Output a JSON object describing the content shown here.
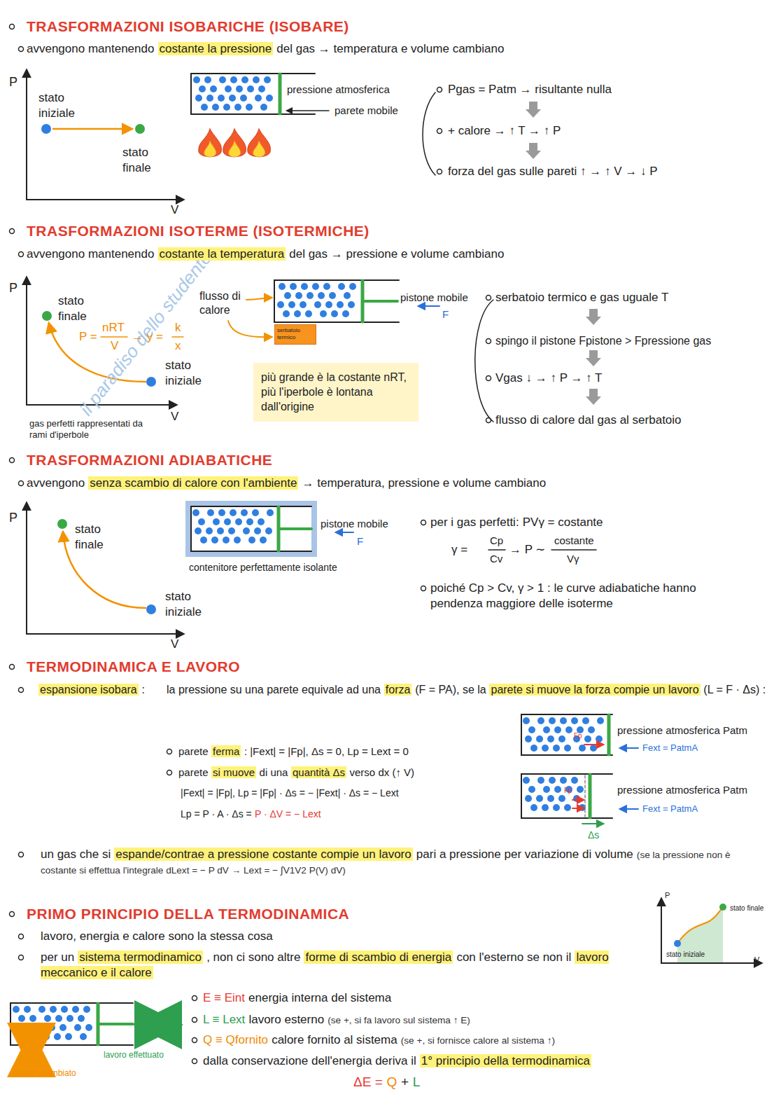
{
  "diagram": {
    "nodes": [
      {
        "text": [
          "serbatoio termico"
        ]
      },
      {
        "text": [
          "più grande è la costante nRT, più l'iperbole è lontana dall'origine"
        ]
      }
    ],
    "labels": [
      "TRASFORMAZIONI ISOBARICHE (ISOBARE)",
      "avvengono mantenendo",
      "costante la pressione",
      "del gas → temperatura e volume cambiano",
      "P",
      "stato iniziale",
      "stato finale",
      "V",
      "pressione atmosferica",
      "parete mobile",
      "Pgas = Patm → risultante nulla",
      "+ calore → ↑ T → ↑ P",
      "forza del gas sulle pareti ↑ → ↑ V → ↓ P",
      "TRASFORMAZIONI ISOTERME (ISOTERMICHE)",
      "avvengono mantenendo",
      "costante la temperatura",
      "del gas → pressione e volume cambiano",
      "P",
      "stato finale",
      "P =",
      "nRT",
      "V",
      "→ y =",
      "k",
      "x",
      "stato iniziale",
      "gas perfetti rappresentati da rami d'iperbole",
      "V",
      "flusso di calore",
      "pistone mobile",
      "F",
      "serbatoio termico e gas uguale T",
      "spingo il pistone Fpistone > Fpressione gas",
      "Vgas ↓ → ↑ P → ↑ T",
      "flusso di calore dal gas al serbatoio",
      "TRASFORMAZIONI ADIABATICHE",
      "avvengono",
      "senza scambio di calore con l'ambiente",
      "→ temperatura, pressione e volume cambiano",
      "P",
      "stato finale",
      "stato iniziale",
      "V",
      "pistone mobile",
      "F",
      "contenitore perfettamente isolante",
      "per i gas perfetti:",
      "PVγ = costante",
      "γ =",
      "Cp",
      "Cv",
      "→ P ∼",
      "costante",
      "Vγ",
      "poiché Cp > Cv, γ > 1 : le curve adiabatiche hanno pendenza maggiore delle isoterme",
      "TERMODINAMICA E LAVORO",
      "espansione isobara",
      ":",
      "la pressione su una parete equivale ad una",
      "forza",
      "(F = PA), se la",
      "parete si muove la forza compie un lavoro",
      "(L = F · Δs) :",
      "parete",
      "ferma",
      ": |Fext| = |Fp|, Δs = 0, Lp = Lext = 0",
      "parete",
      "si muove",
      "di una",
      "quantità Δs",
      "verso dx (↑ V)",
      "|Fext| = |Fp|, Lp = |Fp| · Δs = − |Fext| · Δs = − Lext",
      "Lp = P · A · Δs =",
      "P · ΔV = − Lext",
      "Fp",
      "pressione atmosferica Patm",
      "Fext = PatmA",
      "Fp",
      "pressione atmosferica Patm",
      "Fext = PatmA",
      "Δs",
      "un gas che si",
      "espande/contrae a pressione costante compie un lavoro",
      "pari a pressione per variazione di volume",
      "(se la pressione non è costante si effettua l'integrale dLext = − P dV → Lext = − ∫V1V2 P(V) dV)",
      "PRIMO PRINCIPIO DELLA TERMODINAMICA",
      "lavoro, energia e calore sono la stessa cosa",
      "per un",
      "sistema termodinamico",
      ", non ci sono altre",
      "forme di scambio di energia",
      "con l'esterno se non il",
      "lavoro meccanico e il calore",
      "P",
      "stato finale",
      "stato iniziale",
      "V",
      "lavoro effettuato",
      "calore scambiato",
      "E ≡ Eint",
      "energia interna del sistema",
      "L ≡ Lext",
      "lavoro esterno",
      "(se +, si fa lavoro sul sistema ↑ E)",
      "Q ≡ Qfornito",
      "calore fornito al sistema",
      "(se +, si fornisce calore al sistema ↑)",
      "dalla conservazione dell'energia deriva il",
      "1° principio della termodinamica",
      "ΔE =",
      "Q",
      "+",
      "L",
      "il paradiso dello studente"
    ]
  }
}
